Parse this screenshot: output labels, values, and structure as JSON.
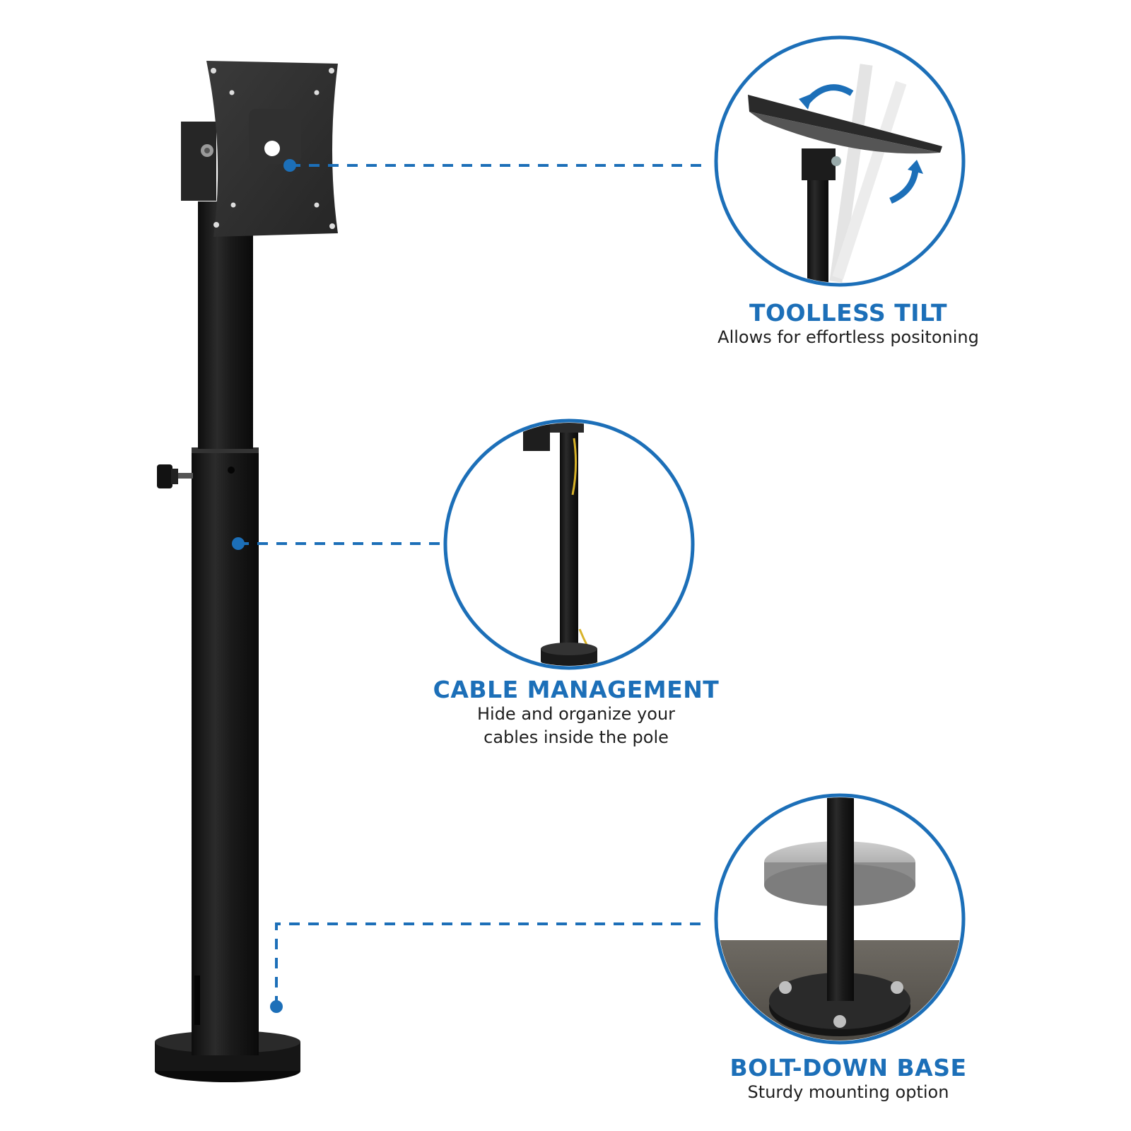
{
  "features": [
    {
      "title": "TOOLLESS TILT",
      "lines": [
        "Allows for effortless positoning"
      ]
    },
    {
      "title": "CABLE MANAGEMENT",
      "lines": [
        "Hide and organize your",
        "cables inside the pole"
      ]
    },
    {
      "title": "BOLT-DOWN BASE",
      "lines": [
        "Sturdy mounting option"
      ]
    }
  ],
  "colors": {
    "accent": "#1c6fb8",
    "pole": "#1a1a1a",
    "text": "#1e1e1e"
  }
}
